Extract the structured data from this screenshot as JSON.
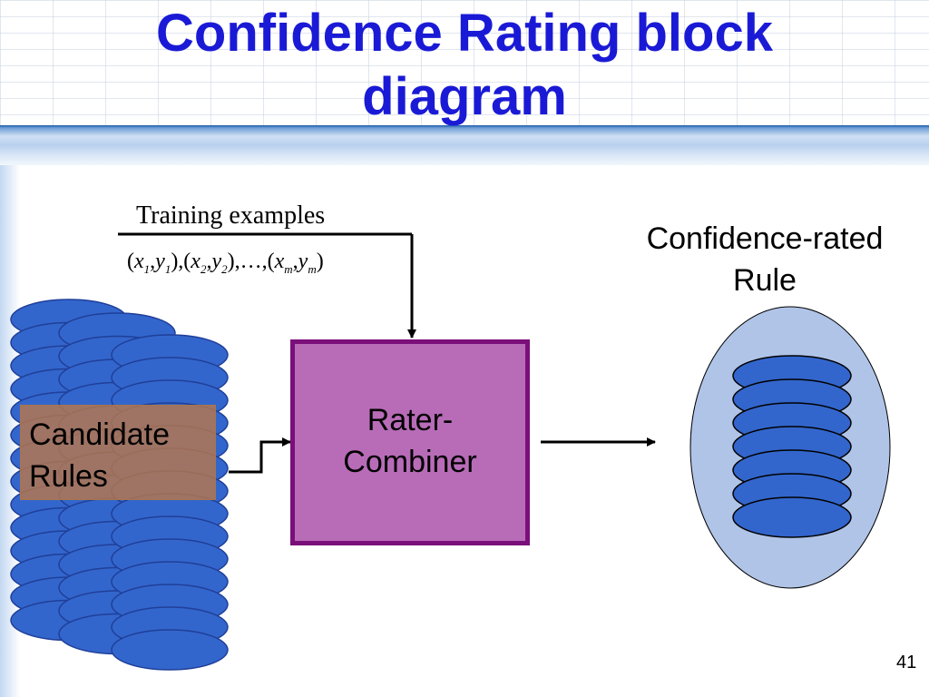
{
  "title": {
    "line1": "Confidence Rating block",
    "line2": "diagram"
  },
  "training": {
    "label": "Training examples",
    "formula": {
      "x": "x",
      "y": "y",
      "sub1": "1",
      "sub2": "2",
      "subm": "m",
      "ellipsis": "…"
    }
  },
  "candidate": {
    "line1": "Candidate",
    "line2": "Rules"
  },
  "rater": {
    "line1": "Rater-",
    "line2": "Combiner"
  },
  "output": {
    "line1": "Confidence-rated",
    "line2": "Rule"
  },
  "page_number": "41",
  "colors": {
    "title": "#1a1ad6",
    "disk_fill": "#3366cc",
    "disk_stroke": "#1f3f99",
    "candidate_box": "#be7846",
    "rater_fill": "#b86cb8",
    "rater_border": "#7a0f7a",
    "output_ellipse": "#b0c4e8"
  }
}
